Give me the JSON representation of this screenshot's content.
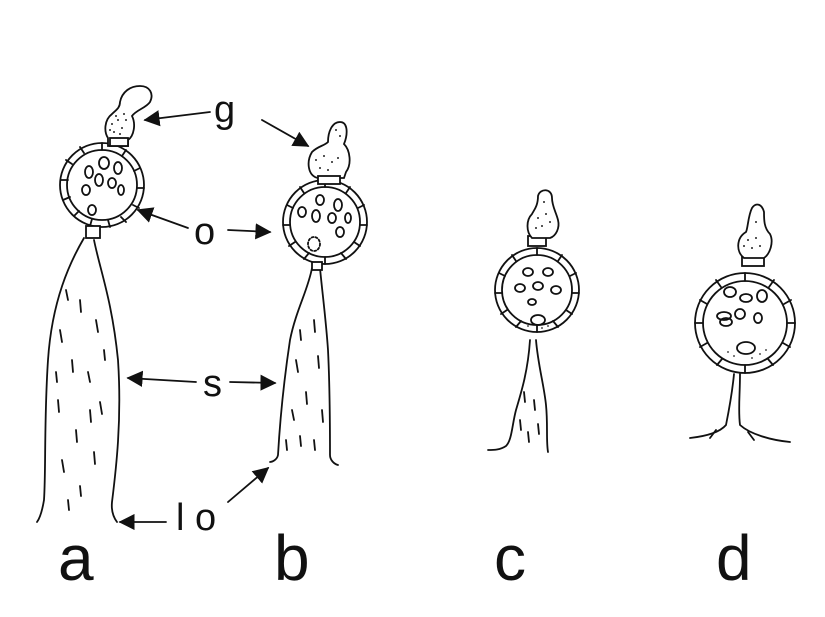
{
  "labels": {
    "g": "g",
    "o": "o",
    "s": "s",
    "lo": "l o"
  },
  "panels": {
    "a": "a",
    "b": "b",
    "c": "c",
    "d": "d"
  }
}
